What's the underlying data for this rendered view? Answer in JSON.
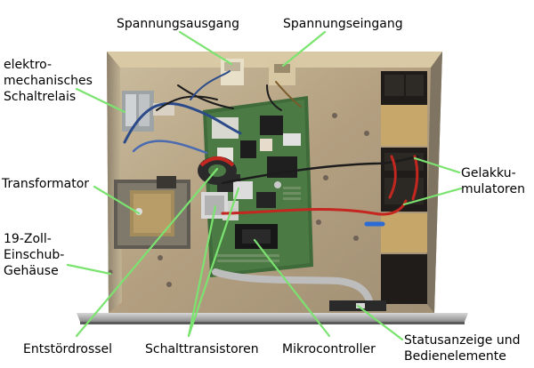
{
  "labels": {
    "spannungsausgang": "Spannungsausgang",
    "spannungseingang": "Spannungseingang",
    "schaltrelais": [
      "elektro-",
      "mechanisches",
      "Schaltrelais"
    ],
    "transformator": "Transformator",
    "gehaeuse": [
      "19-Zoll-",
      "Einschub-",
      "Gehäuse"
    ],
    "gelakku": [
      "Gelakku-",
      "mulatoren"
    ],
    "entstoerdrossel": "Entstördrossel",
    "schalttransistoren": "Schalttransistoren",
    "mikrocontroller": "Mikrocontroller",
    "statusanzeige": [
      "Statusanzeige und",
      "Bedienelemente"
    ]
  },
  "colors": {
    "leader_line": "#7be36f",
    "chassis": "#b9a88a",
    "pcb": "#3f6a3a",
    "battery": "#1e1b18"
  }
}
